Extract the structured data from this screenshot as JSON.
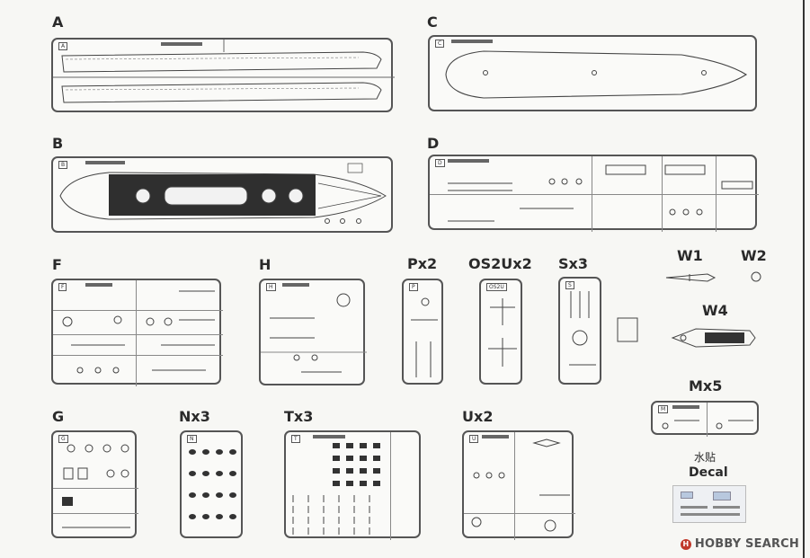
{
  "sheet": {
    "sprues": [
      {
        "key": "A",
        "label": "A",
        "tag": "A"
      },
      {
        "key": "C",
        "label": "C",
        "tag": "C"
      },
      {
        "key": "B",
        "label": "B",
        "tag": "B"
      },
      {
        "key": "D",
        "label": "D",
        "tag": "D"
      },
      {
        "key": "F",
        "label": "F",
        "tag": "F"
      },
      {
        "key": "H",
        "label": "H",
        "tag": "H"
      },
      {
        "key": "P",
        "label": "Px2",
        "tag": "P"
      },
      {
        "key": "OS2U",
        "label": "OS2Ux2",
        "tag": "OS2U"
      },
      {
        "key": "S",
        "label": "Sx3",
        "tag": "S"
      },
      {
        "key": "W1",
        "label": "W1"
      },
      {
        "key": "W2",
        "label": "W2"
      },
      {
        "key": "W4",
        "label": "W4"
      },
      {
        "key": "M",
        "label": "Mx5",
        "tag": "M"
      },
      {
        "key": "G",
        "label": "G",
        "tag": "G"
      },
      {
        "key": "N",
        "label": "Nx3",
        "tag": "N"
      },
      {
        "key": "T",
        "label": "Tx3",
        "tag": "T"
      },
      {
        "key": "U",
        "label": "Ux2",
        "tag": "U"
      }
    ],
    "decal": {
      "label_cn": "水贴",
      "label_en": "Decal"
    },
    "watermark": {
      "logo": "HOBBY SEARCH",
      "mark": "H"
    }
  }
}
